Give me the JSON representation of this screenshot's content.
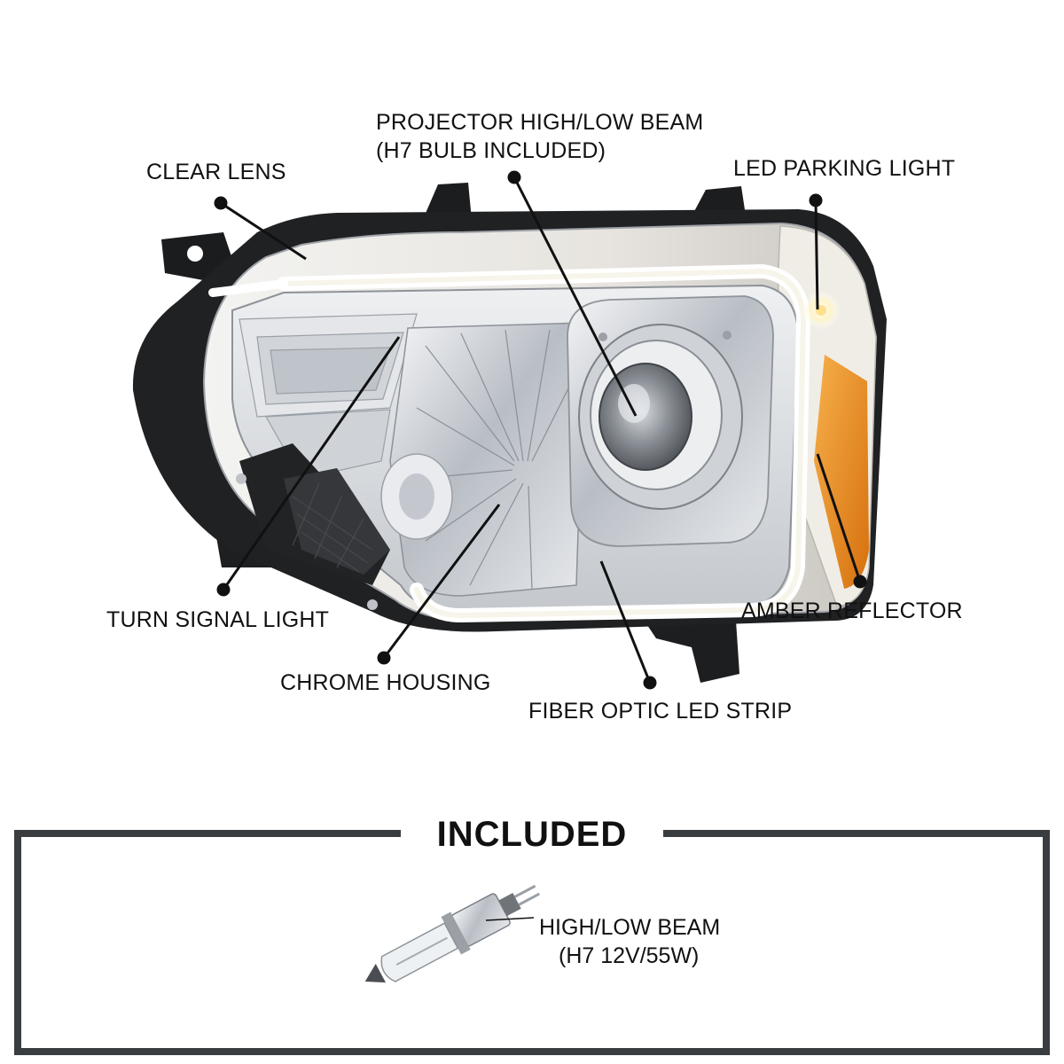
{
  "callouts": {
    "projector_line1": "PROJECTOR HIGH/LOW BEAM",
    "projector_line2": "(H7 BULB INCLUDED)",
    "clear_lens": "CLEAR LENS",
    "led_parking": "LED PARKING LIGHT",
    "turn_signal": "TURN SIGNAL LIGHT",
    "amber_reflector": "AMBER REFLECTOR",
    "chrome_housing": "CHROME HOUSING",
    "fiber_optic": "FIBER OPTIC LED STRIP"
  },
  "included": {
    "title": "INCLUDED",
    "bulb_line1": "HIGH/LOW BEAM",
    "bulb_line2": "(H7 12V/55W)"
  },
  "colors": {
    "leader": "#111111",
    "frame": "#3a3d40",
    "amber": "#e8891c",
    "chrome": "#c9cdd2"
  }
}
